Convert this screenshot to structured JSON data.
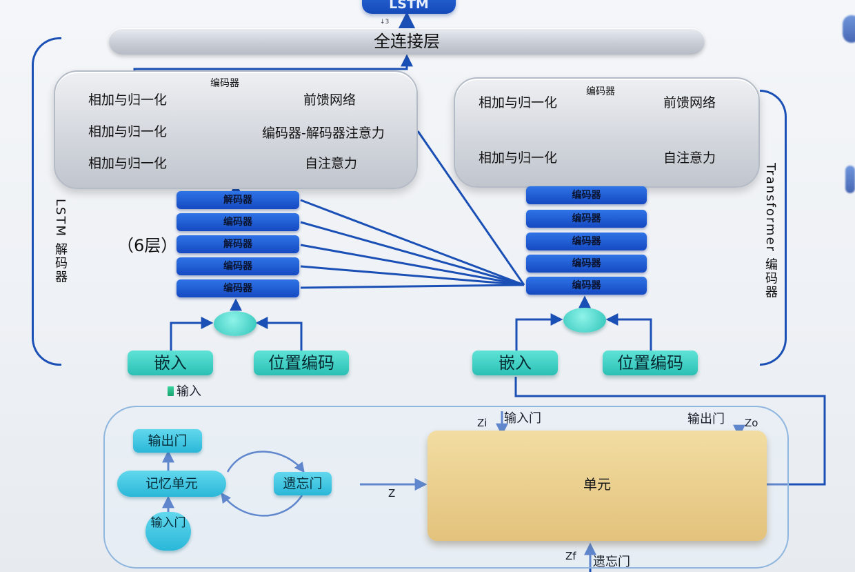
{
  "top_block": "LSTM",
  "top_block_mark": "↓3",
  "fc_layer": "全连接层",
  "decoder_card": {
    "title": "编码器",
    "labels": [
      "相加与归一化",
      "前馈网络",
      "相加与归一化",
      "编码器-解码器注意力",
      "相加与归一化",
      "自注意力"
    ]
  },
  "encoder_card": {
    "title": "编码器",
    "labels": [
      "相加与归一化",
      "前馈网络",
      "相加与归一化",
      "自注意力"
    ]
  },
  "left_stack": [
    "解码器",
    "编码器",
    "解码器",
    "编码器",
    "编码器"
  ],
  "right_stack": [
    "编码器",
    "编码器",
    "编码器",
    "编码器",
    "编码器"
  ],
  "layers_note": "（6层）",
  "left_side_text": "LSTM 解码器",
  "right_side_text": "Transformer 编码器",
  "embed_left": "嵌入",
  "posenc_left": "位置编码",
  "embed_right": "嵌入",
  "posenc_right": "位置编码",
  "input_label": "输入",
  "lstm_cell": {
    "output_gate": "输出门",
    "memory_cell": "记忆单元",
    "forget_gate": "遗忘门",
    "input_gate": "输入门",
    "cell_label": "单元",
    "in_gate_label": "输入门",
    "out_gate_label": "输出门",
    "forget_gate_label": "遗忘门",
    "zi": "Zi",
    "zo": "Zo",
    "z": "Z",
    "zf": "Zf"
  },
  "colors": {
    "block_blue": "#1f5fd6",
    "teal": "#37c9bd",
    "cell_sand": "#ebcf8f",
    "wire": "#1a4fb5"
  }
}
